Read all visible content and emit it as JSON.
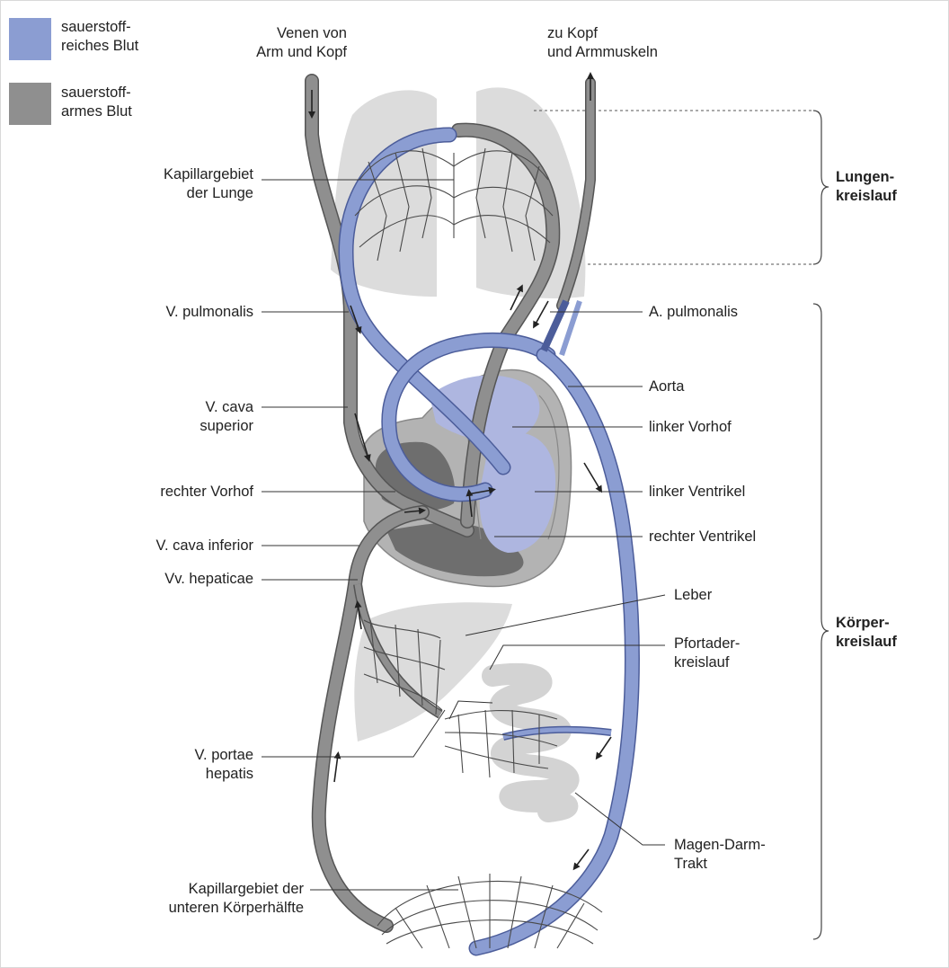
{
  "colors": {
    "oxygen_rich": "#8b9dd2",
    "oxygen_poor": "#8f8f8f",
    "lung": "#dcdcdc",
    "heart_wall": "#b3b3b3",
    "right_chamber": "#6e6e6e",
    "left_chamber": "#aeb6e0"
  },
  "legend": {
    "rich": "sauerstoff-\nreiches Blut",
    "poor": "sauerstoff-\narmes Blut"
  },
  "top": {
    "veins_in": "Venen von\nArm und Kopf",
    "to_head": "zu Kopf\nund Armmuskeln"
  },
  "labels": {
    "lung_capillary": "Kapillargebiet\nder Lunge",
    "v_pulmonalis": "V. pulmonalis",
    "v_cava_sup": "V. cava\nsuperior",
    "right_atrium": "rechter Vorhof",
    "v_cava_inf": "V. cava inferior",
    "vv_hepaticae": "Vv. hepaticae",
    "v_portae": "V. portae\nhepatis",
    "body_capillary": "Kapillargebiet der\nunteren Körperhälfte",
    "a_pulmonalis": "A. pulmonalis",
    "aorta": "Aorta",
    "left_atrium": "linker Vorhof",
    "left_ventricle": "linker Ventrikel",
    "right_ventricle": "rechter Ventrikel",
    "liver": "Leber",
    "portal_circuit": "Pfortader-\nkreislauf",
    "gi_tract": "Magen-Darm-\nTrakt"
  },
  "circuits": {
    "pulmonary": "Lungen-\nkreislauf",
    "systemic": "Körper-\nkreislauf"
  }
}
